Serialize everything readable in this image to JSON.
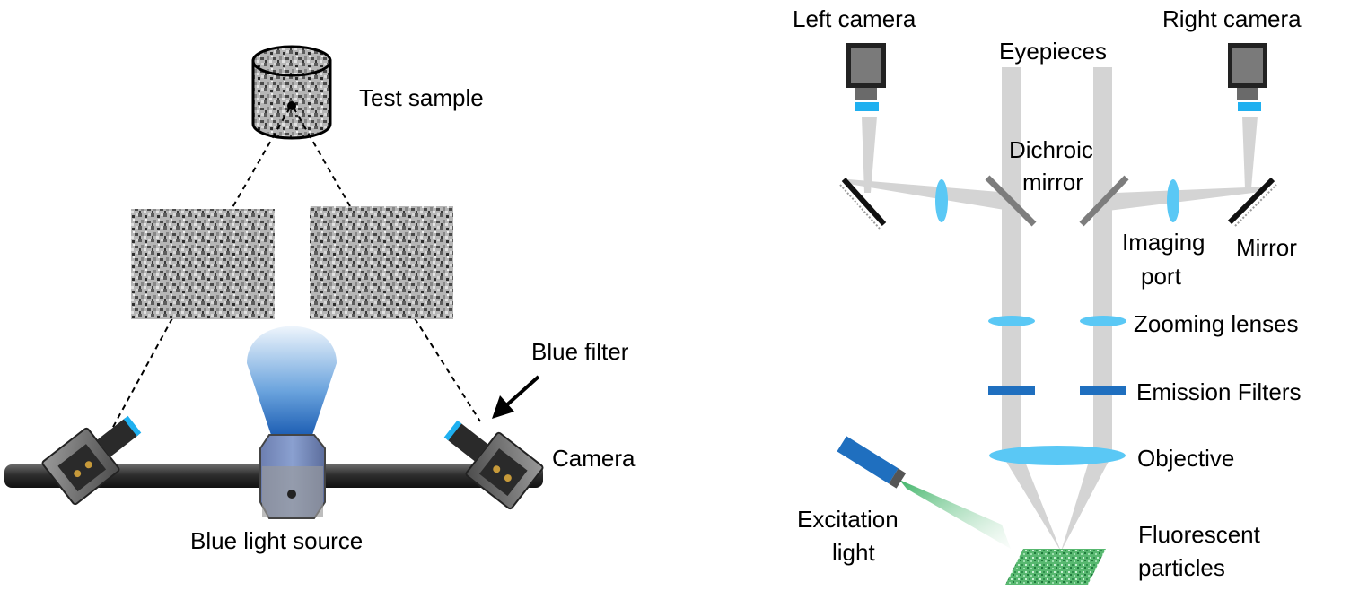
{
  "left_panel": {
    "labels": {
      "test_sample": "Test sample",
      "blue_filter": "Blue filter",
      "camera": "Camera",
      "blue_light_source": "Blue light source"
    }
  },
  "right_panel": {
    "labels": {
      "left_camera": "Left camera",
      "right_camera": "Right camera",
      "eyepieces": "Eyepieces",
      "dichroic_line1": "Dichroic",
      "dichroic_line2": "mirror",
      "imaging_line1": "Imaging",
      "imaging_line2": "port",
      "mirror": "Mirror",
      "zooming_lenses": "Zooming lenses",
      "emission_filters": "Emission Filters",
      "objective": "Objective",
      "excitation_line1": "Excitation",
      "excitation_line2": "light",
      "fluorescent_line1": "Fluorescent",
      "fluorescent_line2": "particles"
    }
  },
  "colors": {
    "beam_gray": "#d4d4d4",
    "lens_cyan": "#5ac8f5",
    "filter_blue": "#1f6fbf",
    "mirror_gray": "#7d7d7d",
    "camera_lens_blue": "#1fb0f0",
    "rail_dark": "#3a3a3a",
    "excitation_green": "#3fb36a"
  }
}
